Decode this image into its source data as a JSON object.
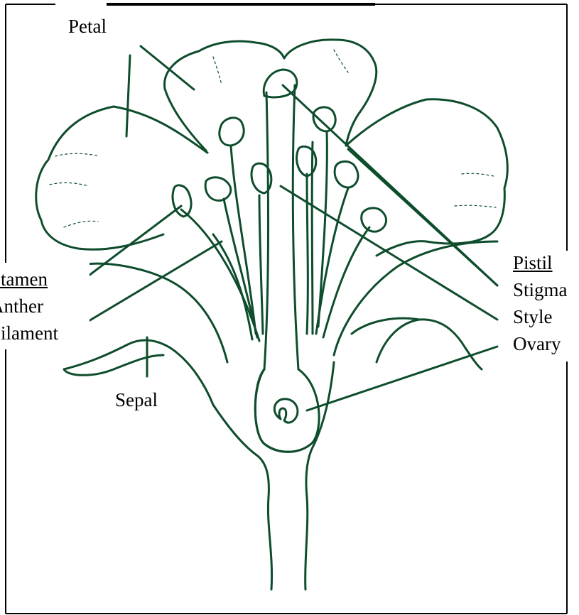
{
  "labels": {
    "petal": "Petal",
    "sepal": "Sepal",
    "stamen": "Stamen",
    "anther": "Anther",
    "filament": "Filament",
    "pistil": "Pistil",
    "stigma": "Stigma",
    "style": "Style",
    "ovary": "Ovary"
  },
  "colors": {
    "stroke": "#0e4d2c",
    "frame": "#000000",
    "text": "#000000"
  }
}
